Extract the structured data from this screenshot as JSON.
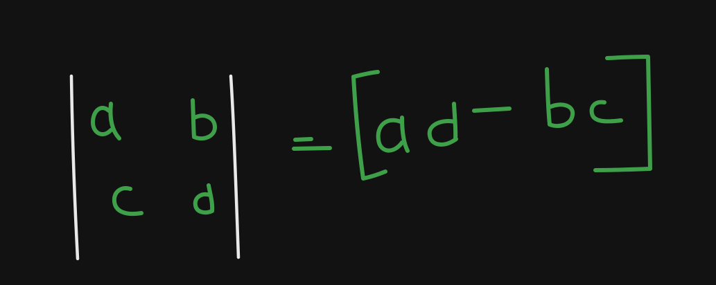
{
  "canvas": {
    "background": "#121212",
    "ink_colors": {
      "glyphs": "#3fa04a",
      "determinant_bars": "#e9e9e9"
    }
  },
  "handwriting": {
    "matrix_entries": [
      "a",
      "b",
      "c",
      "d"
    ],
    "equals": "=",
    "result_expression": "ad - bc",
    "note": ""
  }
}
